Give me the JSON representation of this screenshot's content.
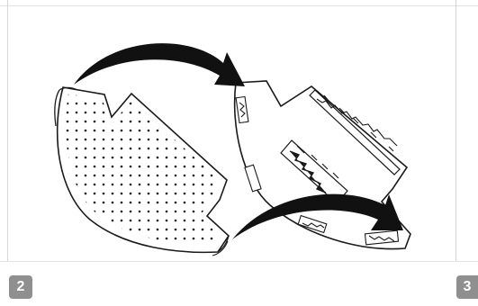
{
  "steps": {
    "current_label": "2",
    "next_label": "3"
  },
  "illustration": {
    "description_icons": [
      "filter-pad-front",
      "filter-pad-back",
      "flip-arrow-top",
      "flip-arrow-bottom"
    ],
    "colors": {
      "outline": "#1a1a1a",
      "arrow": "#111111",
      "panel_divider": "#d6d6d6",
      "badge": "#8f8f8f"
    }
  }
}
